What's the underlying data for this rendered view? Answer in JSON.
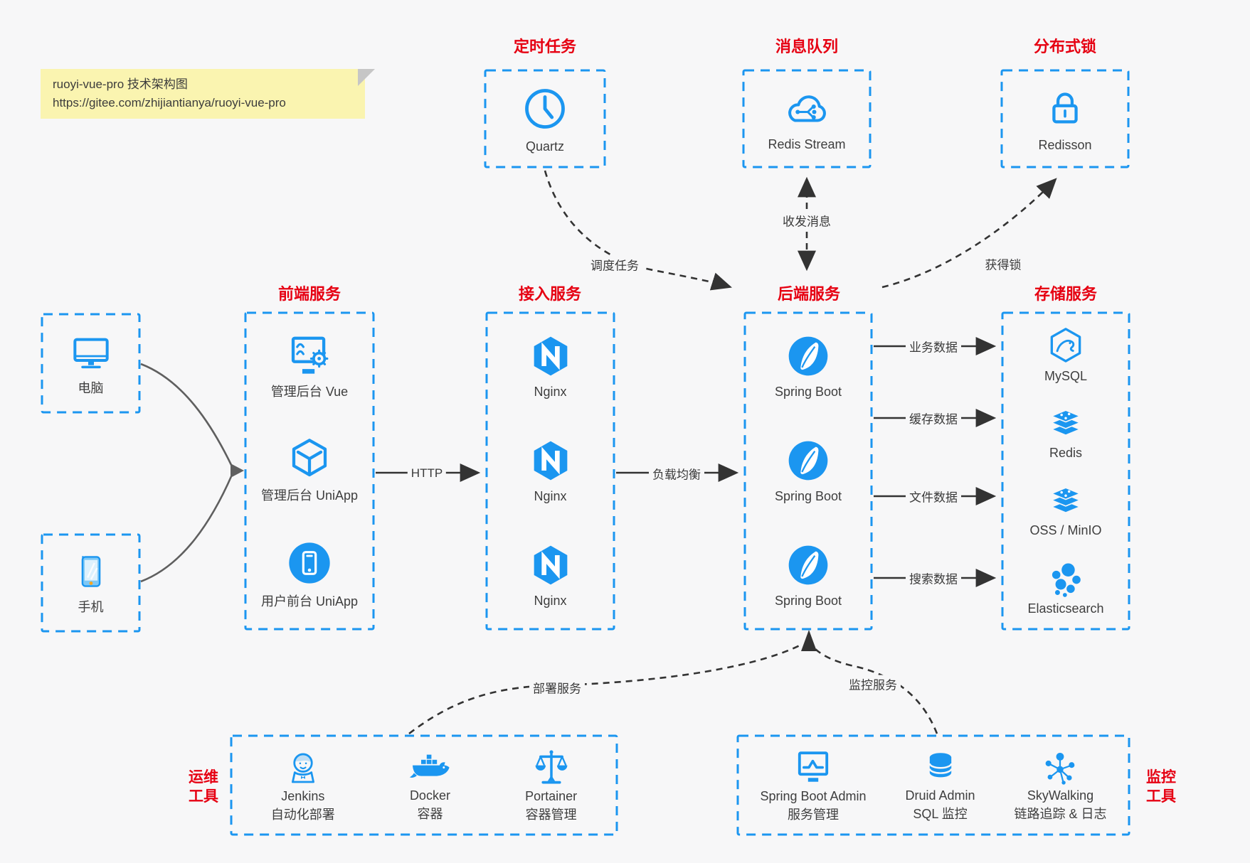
{
  "note": {
    "line1": "ruoyi-vue-pro 技术架构图",
    "line2": "https://gitee.com/zhijiantianya/ruoyi-vue-pro"
  },
  "top_services": [
    {
      "title": "定时任务",
      "label": "Quartz",
      "icon": "clock-icon"
    },
    {
      "title": "消息队列",
      "label": "Redis Stream",
      "icon": "cloud-stream-icon"
    },
    {
      "title": "分布式锁",
      "label": "Redisson",
      "icon": "lock-icon"
    }
  ],
  "clients": [
    {
      "label": "电脑",
      "icon": "desktop-icon"
    },
    {
      "label": "手机",
      "icon": "phone-icon"
    }
  ],
  "columns": [
    {
      "title": "前端服务",
      "items": [
        {
          "label": "管理后台 Vue",
          "icon": "admin-vue-icon"
        },
        {
          "label": "管理后台 UniApp",
          "icon": "uniapp-cube-icon"
        },
        {
          "label": "用户前台 UniApp",
          "icon": "user-uniapp-icon"
        }
      ]
    },
    {
      "title": "接入服务",
      "items": [
        {
          "label": "Nginx",
          "icon": "nginx-icon"
        },
        {
          "label": "Nginx",
          "icon": "nginx-icon"
        },
        {
          "label": "Nginx",
          "icon": "nginx-icon"
        }
      ]
    },
    {
      "title": "后端服务",
      "items": [
        {
          "label": "Spring Boot",
          "icon": "spring-boot-icon"
        },
        {
          "label": "Spring Boot",
          "icon": "spring-boot-icon"
        },
        {
          "label": "Spring Boot",
          "icon": "spring-boot-icon"
        }
      ]
    },
    {
      "title": "存储服务",
      "items": [
        {
          "label": "MySQL",
          "icon": "mysql-icon"
        },
        {
          "label": "Redis",
          "icon": "redis-stack-icon"
        },
        {
          "label": "OSS / MinIO",
          "icon": "oss-stack-icon"
        },
        {
          "label": "Elasticsearch",
          "icon": "elasticsearch-icon"
        }
      ]
    }
  ],
  "edges": {
    "http": "HTTP",
    "load_balance": "负载均衡",
    "biz_data": "业务数据",
    "cache_data": "缓存数据",
    "file_data": "文件数据",
    "search_data": "搜索数据",
    "schedule": "调度任务",
    "message": "收发消息",
    "lock": "获得锁",
    "deploy": "部署服务",
    "monitor": "监控服务"
  },
  "ops_tools": {
    "title_line1": "运维",
    "title_line2": "工具",
    "items": [
      {
        "name": "Jenkins",
        "desc": "自动化部署",
        "icon": "jenkins-icon"
      },
      {
        "name": "Docker",
        "desc": "容器",
        "icon": "docker-icon"
      },
      {
        "name": "Portainer",
        "desc": "容器管理",
        "icon": "portainer-icon"
      }
    ]
  },
  "monitor_tools": {
    "title_line1": "监控",
    "title_line2": "工具",
    "items": [
      {
        "name": "Spring Boot Admin",
        "desc": "服务管理",
        "icon": "spring-boot-admin-icon"
      },
      {
        "name": "Druid Admin",
        "desc": "SQL 监控",
        "icon": "druid-icon"
      },
      {
        "name": "SkyWalking",
        "desc": "链路追踪 & 日志",
        "icon": "skywalking-icon"
      }
    ]
  },
  "colors": {
    "accent_blue": "#1b96f0",
    "title_red": "#e60012",
    "note_yellow": "#faf4b0",
    "arrow_dark": "#333333",
    "connector_gray": "#5f5f5f"
  }
}
